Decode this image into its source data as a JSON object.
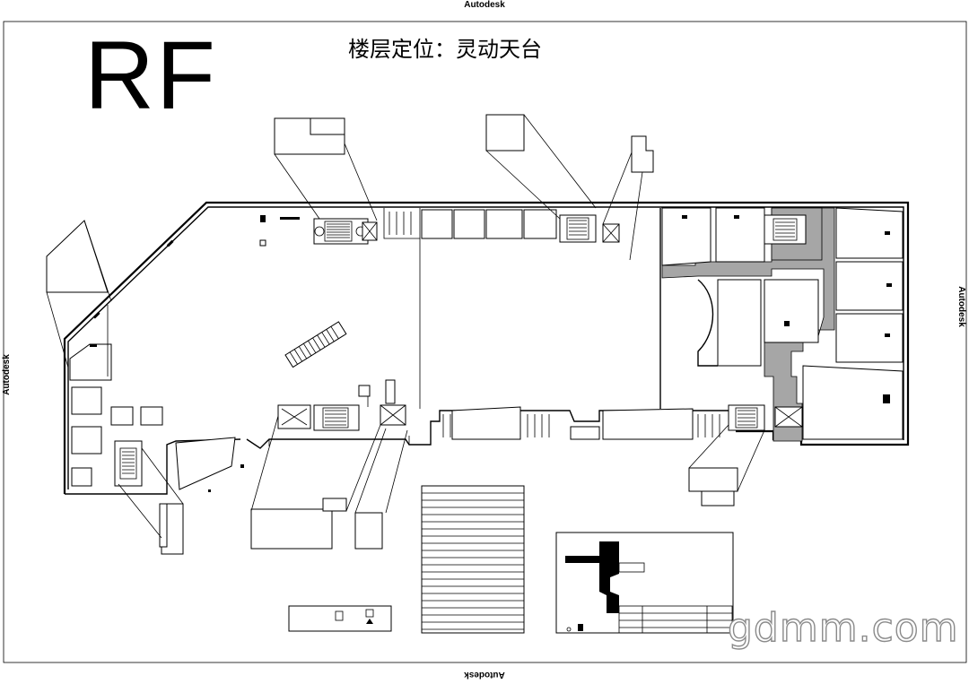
{
  "frame_labels": {
    "top": "Autodesk",
    "bottom": "Autodesk",
    "left": "Autodesk",
    "right": "Autodesk"
  },
  "floor_code": "RF",
  "plan_title": "楼层定位：灵动天台",
  "watermark": "gdmm.com",
  "colors": {
    "line": "#000000",
    "highlight_zone": "#a6a6a6",
    "background": "#ffffff",
    "watermark_outline": "#8a8a8a"
  }
}
